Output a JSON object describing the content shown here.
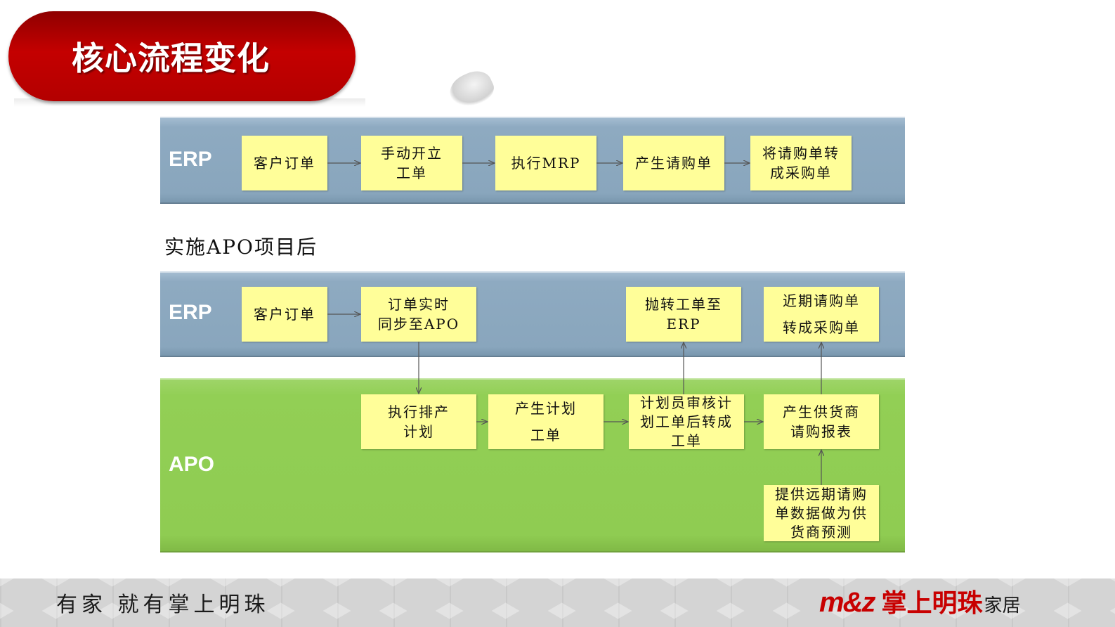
{
  "header": {
    "title": "核心流程变化"
  },
  "before": {
    "band_label": "ERP",
    "steps": [
      "客户订单",
      "手动开立\n工单",
      "执行MRP",
      "产生请购单",
      "将请购单转\n成采购单"
    ]
  },
  "after_caption": "实施APO项目后",
  "after": {
    "erp": {
      "band_label": "ERP",
      "boxes": {
        "customer_order": "客户订单",
        "sync_apo": "订单实时\n同步至APO",
        "transfer_wo": "抛转工单至\nERP",
        "near_term_pr": "近期请购单\n转成采购单"
      }
    },
    "apo": {
      "band_label": "APO",
      "boxes": {
        "run_schedule": "执行排产\n计划",
        "planned_wo": "产生计划\n工单",
        "planner_review": "计划员审核计\n划工单后转成\n工单",
        "supplier_report": "产生供货商\n请购报表",
        "long_term_forecast": "提供远期请购\n单数据做为供\n货商预测"
      }
    }
  },
  "footer": {
    "slogan": "有家 就有掌上明珠",
    "logo_mark": "m&z",
    "logo_brand": "掌上明珠",
    "logo_suffix": "家居"
  },
  "colors": {
    "title_red": "#c40000",
    "erp_band": "#8eaac1",
    "apo_band": "#92cf55",
    "step_box": "#fffe99",
    "logo_red": "#c80000"
  }
}
